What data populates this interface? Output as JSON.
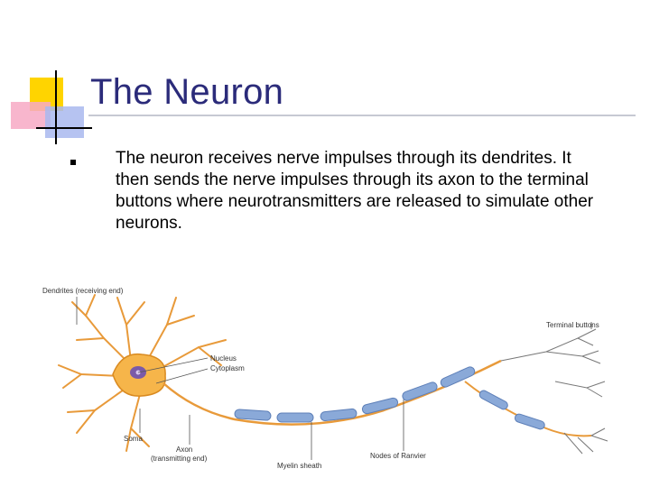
{
  "slide": {
    "title": "The Neuron",
    "bullet": "The neuron receives nerve impulses through its dendrites. It then sends the nerve impulses through its  axon to the terminal buttons where neurotransmitters are released to simulate other neurons."
  },
  "figure": {
    "labels": {
      "dendrites": "Dendrites (receiving end)",
      "nucleus": "Nucleus",
      "cytoplasm": "Cytoplasm",
      "soma": "Soma",
      "axon": "Axon",
      "axon_end": "(transmitting end)",
      "myelin": "Myelin sheath",
      "nodes": "Nodes of Ranvier",
      "terminal": "Terminal buttons"
    }
  },
  "colors": {
    "title": "#2b2b7a",
    "cell_body": "#f6b54a",
    "myelin": "#8aa9d8",
    "nucleus": "#7a5aa8"
  }
}
